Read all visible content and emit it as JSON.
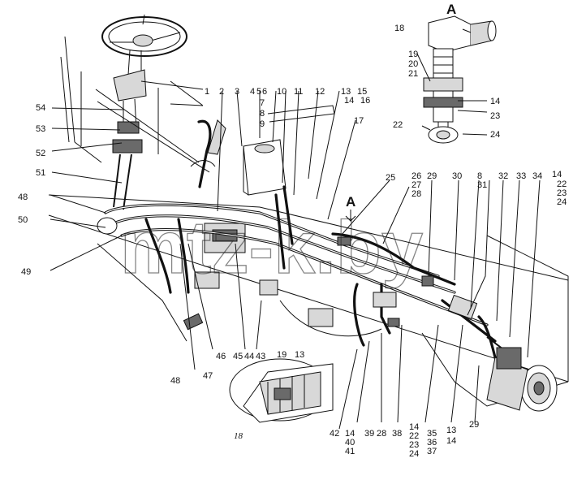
{
  "view_letter": "А",
  "watermark": "mtz-k.by",
  "callouts": [
    "1",
    "2",
    "3",
    "4",
    "5",
    "6",
    "7",
    "8",
    "9",
    "10",
    "11",
    "12",
    "13",
    "14",
    "15",
    "16",
    "17",
    "18",
    "19",
    "20",
    "21",
    "14",
    "23",
    "22",
    "24",
    "25",
    "26",
    "27",
    "28",
    "29",
    "30",
    "8",
    "31",
    "32",
    "33",
    "34",
    "14",
    "22",
    "23",
    "24",
    "54",
    "53",
    "52",
    "51",
    "48",
    "50",
    "49",
    "46",
    "47",
    "48",
    "45",
    "44",
    "43",
    "19",
    "13",
    "18",
    "42",
    "14",
    "40",
    "41",
    "39",
    "28",
    "38",
    "14",
    "22",
    "23",
    "24",
    "35",
    "36",
    "37",
    "13",
    "14",
    "29"
  ]
}
